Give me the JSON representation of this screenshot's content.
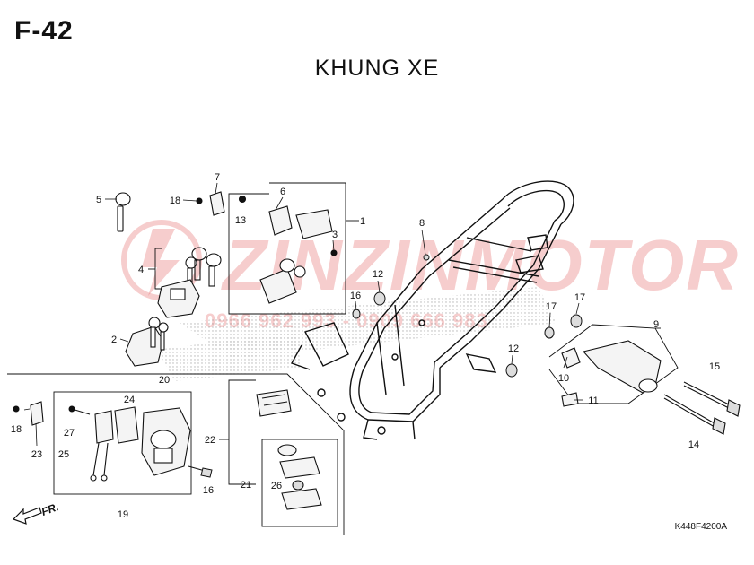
{
  "header": {
    "page_code": "F-42",
    "title": "KHUNG XE"
  },
  "watermark": {
    "brand": "ZINZINMOTOR",
    "phone": "0966 962 993 - 0909 666 983",
    "color": "#e25a5a"
  },
  "footer": {
    "ref_code": "K448F4200A",
    "direction_label": "FR."
  },
  "callouts": [
    {
      "id": "1",
      "label": "1"
    },
    {
      "id": "2",
      "label": "2"
    },
    {
      "id": "3",
      "label": "3"
    },
    {
      "id": "4",
      "label": "4"
    },
    {
      "id": "5",
      "label": "5"
    },
    {
      "id": "6",
      "label": "6"
    },
    {
      "id": "7",
      "label": "7"
    },
    {
      "id": "8",
      "label": "8"
    },
    {
      "id": "9",
      "label": "9"
    },
    {
      "id": "10",
      "label": "10"
    },
    {
      "id": "11",
      "label": "11"
    },
    {
      "id": "12a",
      "label": "12"
    },
    {
      "id": "12b",
      "label": "12"
    },
    {
      "id": "13",
      "label": "13"
    },
    {
      "id": "14",
      "label": "14"
    },
    {
      "id": "15",
      "label": "15"
    },
    {
      "id": "16a",
      "label": "16"
    },
    {
      "id": "16b",
      "label": "16"
    },
    {
      "id": "17a",
      "label": "17"
    },
    {
      "id": "17b",
      "label": "17"
    },
    {
      "id": "18a",
      "label": "18"
    },
    {
      "id": "18b",
      "label": "18"
    },
    {
      "id": "19",
      "label": "19"
    },
    {
      "id": "20",
      "label": "20"
    },
    {
      "id": "21",
      "label": "21"
    },
    {
      "id": "22",
      "label": "22"
    },
    {
      "id": "23",
      "label": "23"
    },
    {
      "id": "24",
      "label": "24"
    },
    {
      "id": "25",
      "label": "25"
    },
    {
      "id": "26",
      "label": "26"
    },
    {
      "id": "27",
      "label": "27"
    }
  ]
}
